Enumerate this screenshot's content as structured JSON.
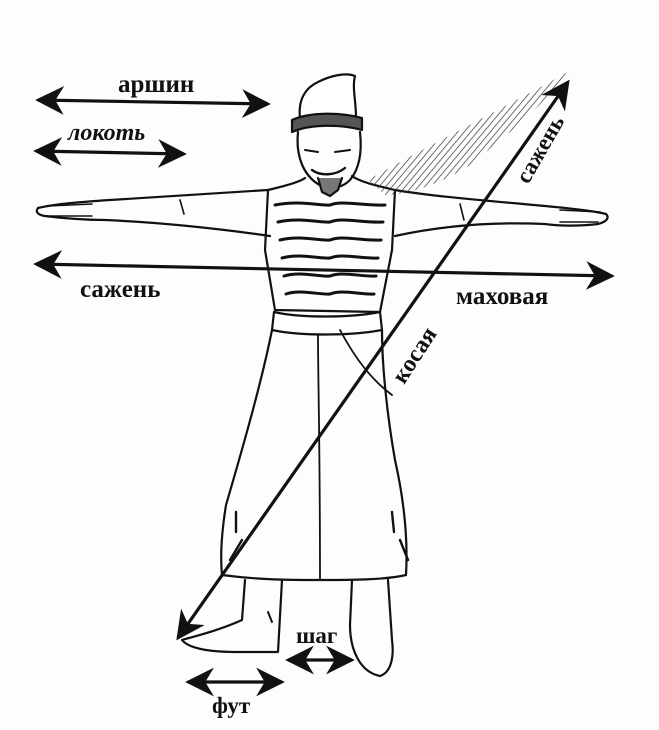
{
  "labels": {
    "arshin": "аршин",
    "lokot": "локоть",
    "sazhen_left": "сажень",
    "makhovaya": "маховая",
    "kosaya": "косая",
    "sazhen_diag": "сажень",
    "shag": "шаг",
    "fut": "фут"
  },
  "colors": {
    "ink": "#111111",
    "paper": "#fdfdfd"
  }
}
